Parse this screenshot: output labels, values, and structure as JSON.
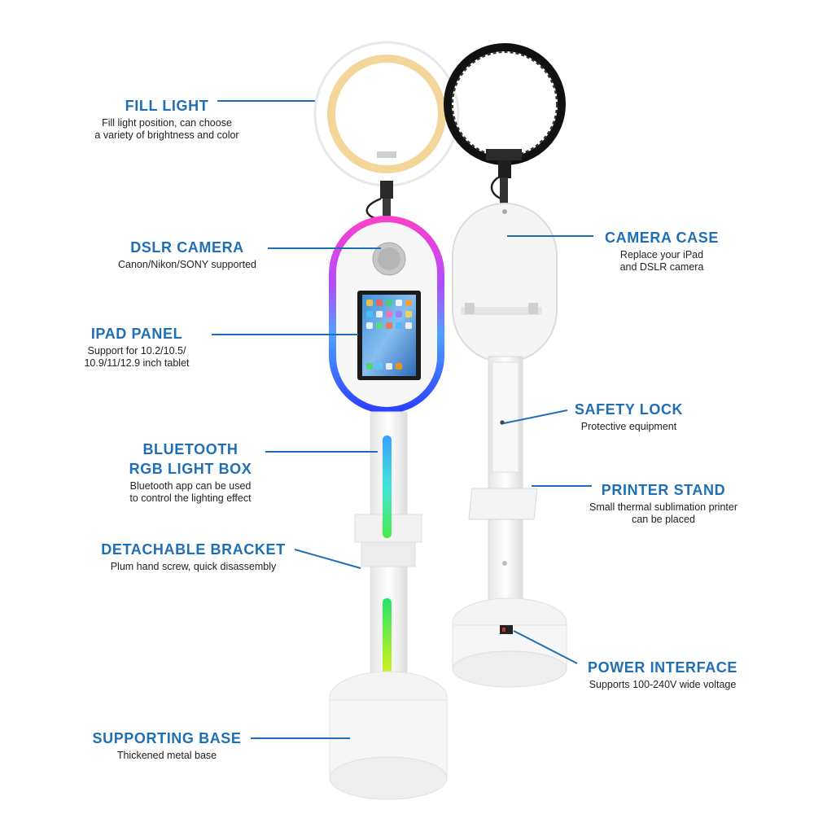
{
  "colors": {
    "label_blue": "#1f6fb5",
    "device_white": "#f7f7f7"
  },
  "callouts": {
    "fill_light": {
      "title": "FILL LIGHT",
      "desc": "Fill light position, can choose\na variety of brightness and color"
    },
    "dslr_camera": {
      "title": "DSLR CAMERA",
      "desc": "Canon/Nikon/SONY supported"
    },
    "ipad_panel": {
      "title": "IPAD PANEL",
      "desc": "Support for 10.2/10.5/\n10.9/11/12.9 inch tablet"
    },
    "bluetooth": {
      "title_line1": "BLUETOOTH",
      "title_line2": "RGB LIGHT BOX",
      "desc": "Bluetooth app can be used\nto control the lighting effect"
    },
    "detachable_bracket": {
      "title": "DETACHABLE BRACKET",
      "desc": "Plum hand screw, quick disassembly"
    },
    "supporting_base": {
      "title": "SUPPORTING BASE",
      "desc": "Thickened metal base"
    },
    "camera_case": {
      "title": "CAMERA CASE",
      "desc": "Replace your iPad\nand DSLR camera"
    },
    "safety_lock": {
      "title": "SAFETY LOCK",
      "desc": "Protective equipment"
    },
    "printer_stand": {
      "title": "PRINTER STAND",
      "desc": "Small thermal sublimation printer\ncan be placed"
    },
    "power_interface": {
      "title": "POWER INTERFACE",
      "desc": "Supports 100-240V wide voltage"
    }
  }
}
